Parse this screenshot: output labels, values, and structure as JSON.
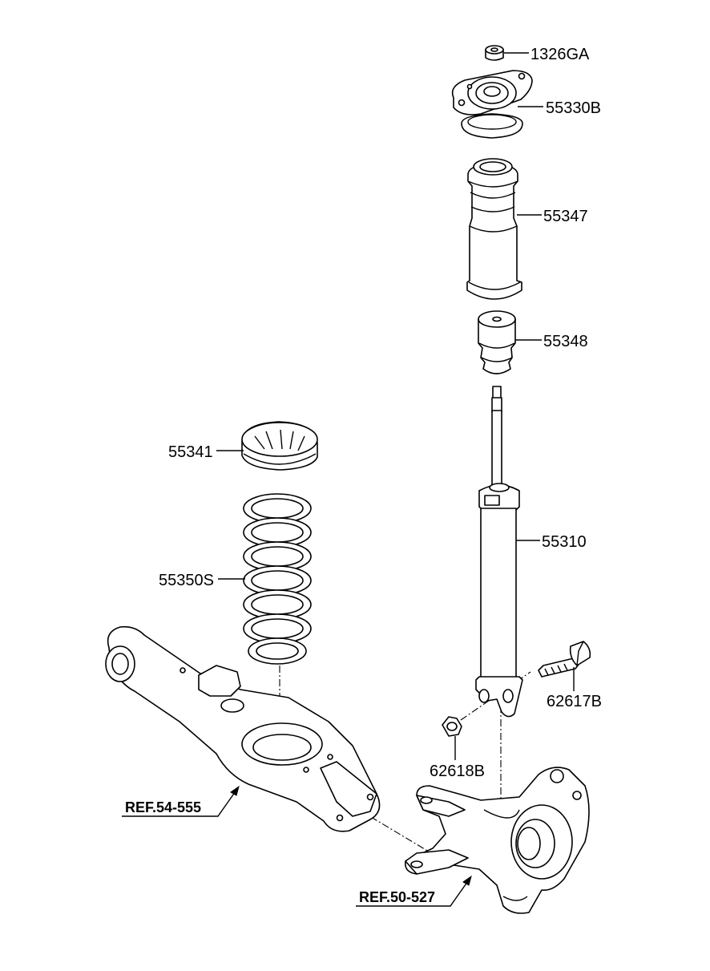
{
  "colors": {
    "line": "#000000",
    "background": "#ffffff"
  },
  "labels": {
    "p1326GA": "1326GA",
    "p55330B": "55330B",
    "p55347": "55347",
    "p55348": "55348",
    "p55341": "55341",
    "p55310": "55310",
    "p55350S": "55350S",
    "p62617B": "62617B",
    "p62618B": "62618B"
  },
  "references": {
    "lower_arm": "REF.54-555",
    "knuckle": "REF.50-527"
  }
}
